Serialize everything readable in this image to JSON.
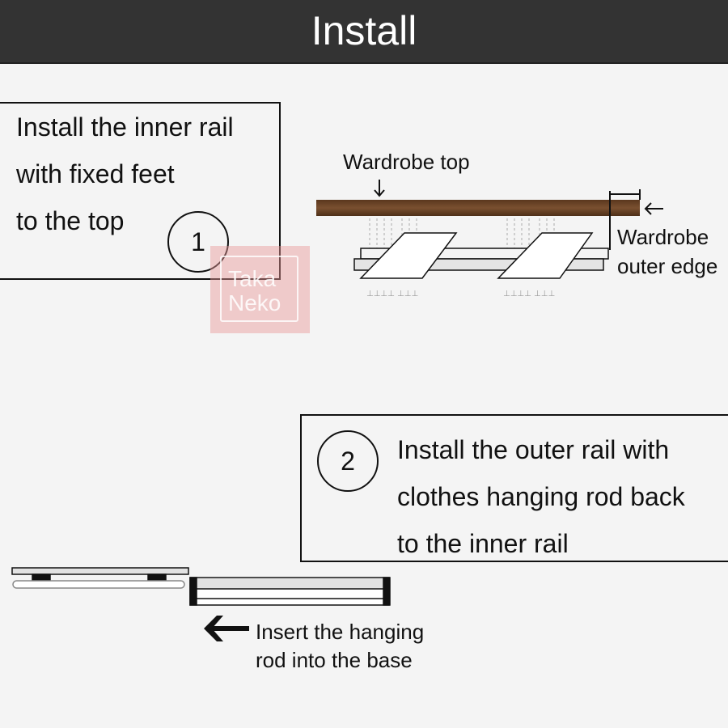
{
  "header": {
    "title": "Install"
  },
  "step1": {
    "number": "1",
    "lines": [
      "Install the inner rail",
      "with fixed feet",
      "to the top"
    ],
    "labels": {
      "wardrobe_top": "Wardrobe top",
      "outer_edge_line1": "Wardrobe",
      "outer_edge_line2": "outer edge"
    }
  },
  "step2": {
    "number": "2",
    "lines": [
      "Install the outer rail with",
      "clothes hanging rod back",
      "to the inner rail"
    ],
    "caption_line1": "Insert the hanging",
    "caption_line2": "rod into the base"
  },
  "watermark": {
    "line1": "Taka",
    "line2": "Neko"
  },
  "colors": {
    "header_bg": "#333333",
    "wood": "#6b4426",
    "watermark": "#e89696"
  }
}
